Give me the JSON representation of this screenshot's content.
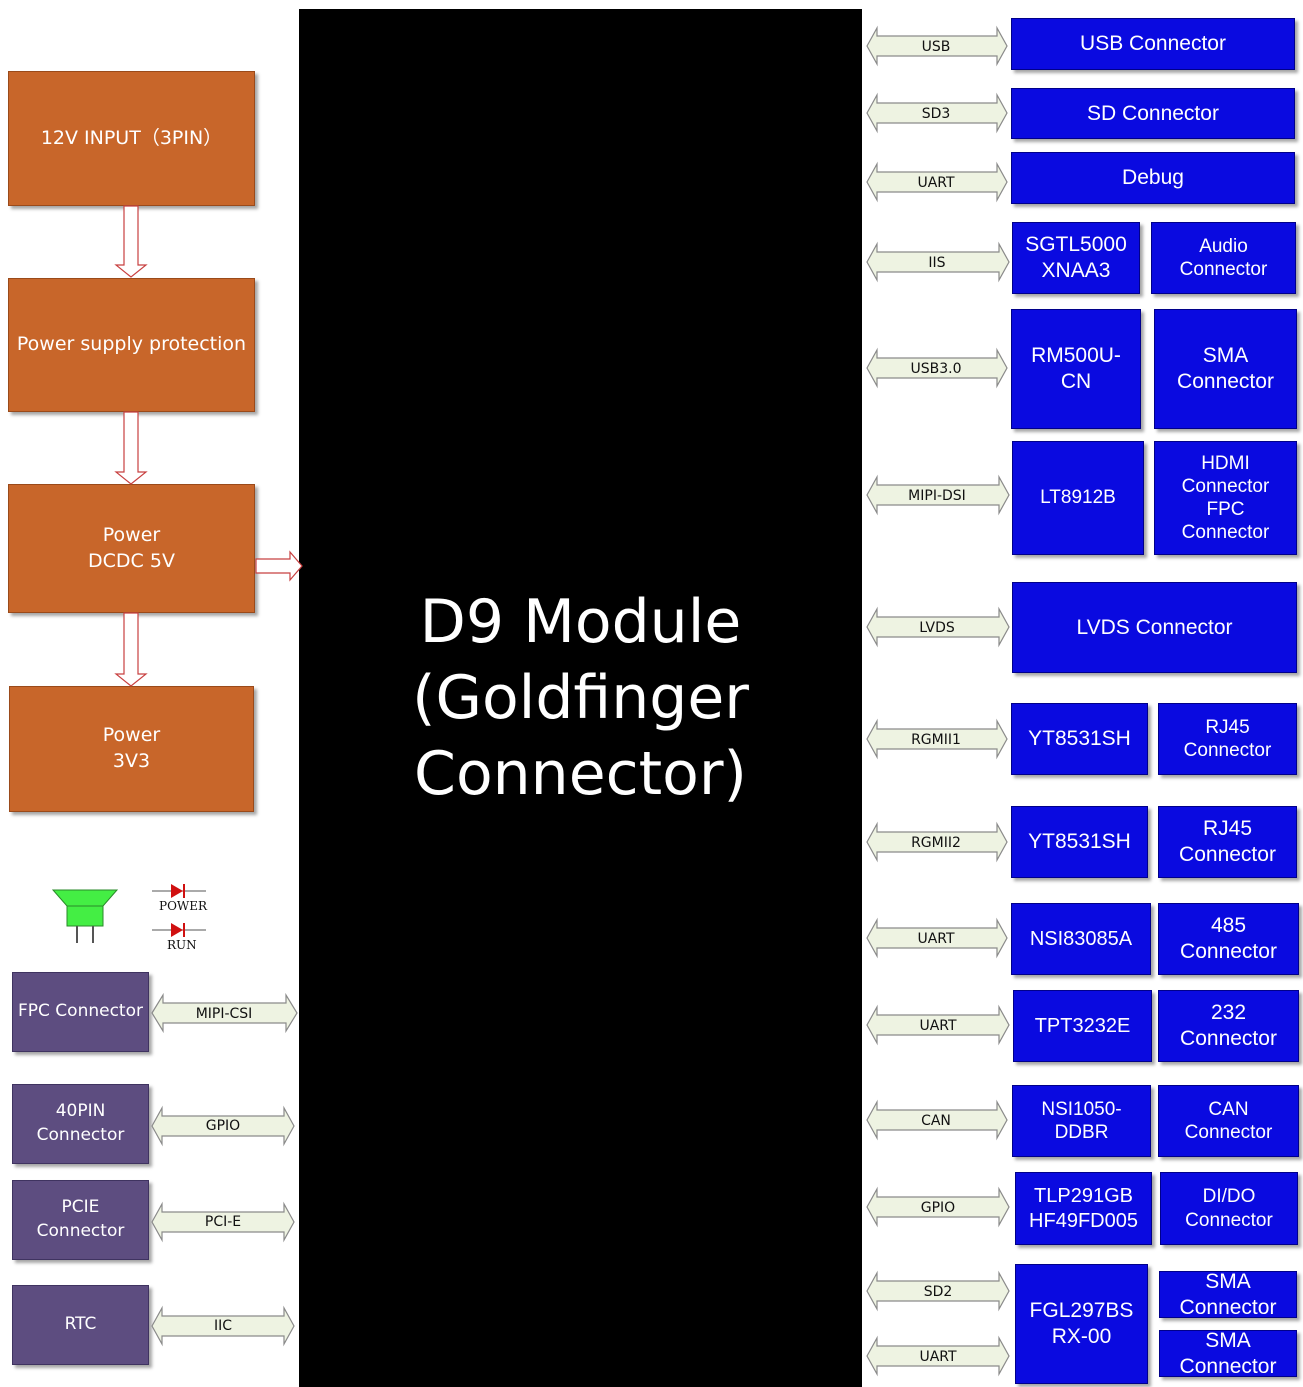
{
  "module": {
    "label": "D9 Module\n(Goldfinger\nConnector)"
  },
  "power_chain": [
    {
      "label": "12V INPUT（3PIN）"
    },
    {
      "label": "Power supply protection"
    },
    {
      "label": "Power\nDCDC 5V"
    },
    {
      "label": "Power\n3V3"
    }
  ],
  "indicators": {
    "power_led": "POWER",
    "run_led": "RUN"
  },
  "left_interfaces": [
    {
      "block": "FPC Connector",
      "bus": "MIPI-CSI"
    },
    {
      "block": "40PIN\nConnector",
      "bus": "GPIO"
    },
    {
      "block": "PCIE\nConnector",
      "bus": "PCI-E"
    },
    {
      "block": "RTC",
      "bus": "IIC"
    }
  ],
  "right_interfaces": [
    {
      "bus": "USB",
      "chip": "USB Connector"
    },
    {
      "bus": "SD3",
      "chip": "SD Connector"
    },
    {
      "bus": "UART",
      "chip": "Debug"
    },
    {
      "bus": "IIS",
      "chip": "SGTL5000\nXNAA3",
      "connector": "Audio\nConnector"
    },
    {
      "bus": "USB3.0",
      "chip": "RM500U-\nCN",
      "connector": "SMA\nConnector"
    },
    {
      "bus": "MIPI-DSI",
      "chip": "LT8912B",
      "connector": "HDMI\nConnector\nFPC\nConnector"
    },
    {
      "bus": "LVDS",
      "chip": "LVDS  Connector"
    },
    {
      "bus": "RGMII1",
      "chip": "YT8531SH",
      "connector": "RJ45\nConnector"
    },
    {
      "bus": "RGMII2",
      "chip": "YT8531SH",
      "connector": "RJ45\nConnector"
    },
    {
      "bus": "UART",
      "chip": "NSI83085A",
      "connector": "485\nConnector"
    },
    {
      "bus": "UART",
      "chip": "TPT3232E",
      "connector": "232\nConnector"
    },
    {
      "bus": "CAN",
      "chip": "NSI1050-\nDDBR",
      "connector": "CAN\nConnector"
    },
    {
      "bus": "GPIO",
      "chip": "TLP291GB\nHF49FD005",
      "connector": "DI/DO\nConnector"
    },
    {
      "bus": "SD2",
      "chip": "FGL297BS\nRX-00",
      "connector": "SMA\nConnector"
    },
    {
      "bus": "UART",
      "connector": "SMA\nConnector"
    }
  ],
  "colors": {
    "power": "#c8662a",
    "peripheral": "#5d4d80",
    "chip": "#0a0ae0",
    "module": "#000000",
    "bus_arrow": "#eef3e2",
    "led_red": "#d01010",
    "light_green": "#44ee44"
  }
}
